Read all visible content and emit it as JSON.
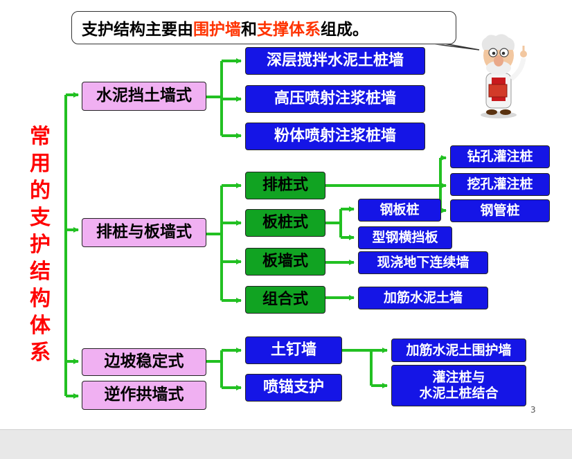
{
  "callout": {
    "prefix": "支护结构主要由",
    "highlight1": "围护墙",
    "mid": "和",
    "highlight2": "支撑体系",
    "suffix": "组成。"
  },
  "vertical_title": "常用的支护结构体系",
  "page_number": "3",
  "colors": {
    "arrow": "#22c022",
    "pink": "#f0b0f2",
    "blue": "#1515e6",
    "green": "#11a322",
    "highlight": "#ff3300",
    "title": "#ff0000"
  },
  "nodes": {
    "cement_retaining_wall": "水泥挡土墙式",
    "deep_mixing_pile_wall": "深层搅拌水泥土桩墙",
    "high_pressure_jet_pile_wall": "高压喷射注浆桩墙",
    "powder_jet_pile_wall": "粉体喷射注浆桩墙",
    "row_pile_and_sheet_wall": "排桩与板墙式",
    "row_pile": "排桩式",
    "bored_pile": "钻孔灌注桩",
    "dug_pile": "挖孔灌注桩",
    "steel_pipe_pile": "钢管桩",
    "sheet_pile": "板桩式",
    "steel_sheet_pile": "钢板桩",
    "steel_lagging": "型钢横挡板",
    "slab_wall": "板墙式",
    "diaphragm_wall": "现浇地下连续墙",
    "combined": "组合式",
    "reinforced_cement_wall": "加筋水泥土墙",
    "slope_stability": "边坡稳定式",
    "soil_nail_wall": "土钉墙",
    "shotcrete_anchor": "喷锚支护",
    "reinforced_cement_retaining_wall": "加筋水泥土围护墙",
    "pile_cement_combo_line1": "灌注桩与",
    "pile_cement_combo_line2": "水泥土桩结合",
    "reverse_arch_wall": "逆作拱墙式"
  }
}
